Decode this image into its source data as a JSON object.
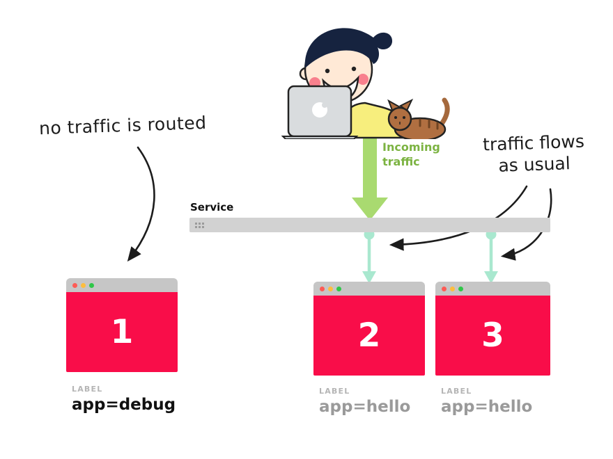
{
  "annotations": {
    "no_traffic_routed": "no traffic is routed",
    "traffic_flows_line1": "traffic flows",
    "traffic_flows_line2": "as usual",
    "incoming_traffic": "Incoming\ntraffic",
    "service": "Service"
  },
  "pods": [
    {
      "number": "1",
      "label_caption": "LABEL",
      "label_value": "app=debug"
    },
    {
      "number": "2",
      "label_caption": "LABEL",
      "label_value": "app=hello"
    },
    {
      "number": "3",
      "label_caption": "LABEL",
      "label_value": "app=hello"
    }
  ],
  "icons": {
    "window_dots": "traffic-light-dots",
    "service_grip": "grid-dots",
    "illustration": "developer-with-laptop-and-cat"
  },
  "colors": {
    "pod_body": "#f90d49",
    "pod_titlebar": "#c6c6c6",
    "service_bar": "#d2d2d2",
    "teal_connector": "#a9e8cf",
    "green_arrow": "#a9da70",
    "incoming_text": "#7cb342",
    "label_value_hello": "#9a9a9a",
    "label_value_debug": "#111111",
    "annotation_ink": "#1c1c1c"
  }
}
